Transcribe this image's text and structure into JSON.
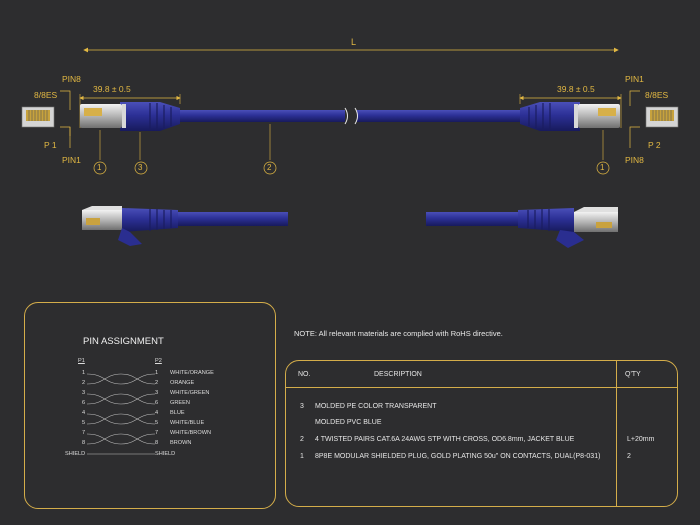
{
  "drawing": {
    "length_label": "L",
    "left": {
      "pin_top": "PIN8",
      "code": "8/8ES",
      "port": "P 1",
      "pin_bottom": "PIN1",
      "dimension": "39.8 ± 0.5"
    },
    "right": {
      "pin_top": "PIN1",
      "code": "8/8ES",
      "port": "P 2",
      "pin_bottom": "PIN8",
      "dimension": "39.8 ± 0.5"
    },
    "callouts": [
      "1",
      "3",
      "2",
      "1"
    ]
  },
  "pin_assignment": {
    "title": "PIN ASSIGNMENT",
    "p1_header": "P1",
    "p2_header": "P2",
    "rows": [
      {
        "left": "1",
        "right": "1",
        "color": "WHITE/ORANGE"
      },
      {
        "left": "2",
        "right": "2",
        "color": "ORANGE"
      },
      {
        "left": "3",
        "right": "3",
        "color": "WHITE/GREEN"
      },
      {
        "left": "6",
        "right": "6",
        "color": "GREEN"
      },
      {
        "left": "4",
        "right": "4",
        "color": "BLUE"
      },
      {
        "left": "5",
        "right": "5",
        "color": "WHITE/BLUE"
      },
      {
        "left": "7",
        "right": "7",
        "color": "WHITE/BROWN"
      },
      {
        "left": "8",
        "right": "8",
        "color": "BROWN"
      }
    ],
    "shield_left": "SHIELD",
    "shield_right": "SHIELD"
  },
  "note": "NOTE: All relevant materials are complied with RoHS directive.",
  "bom": {
    "headers": {
      "no": "NO.",
      "description": "DESCRIPTION",
      "qty": "Q'TY"
    },
    "rows": [
      {
        "no": "3",
        "description": "MOLDED PE COLOR TRANSPARENT",
        "qty": ""
      },
      {
        "no": "",
        "description": "MOLDED PVC BLUE",
        "qty": ""
      },
      {
        "no": "2",
        "description": "4 TWISTED PAIRS CAT.6A 24AWG STP WITH CROSS, OD6.8mm, JACKET BLUE",
        "qty": "L+20mm"
      },
      {
        "no": "1",
        "description": "8P8E MODULAR SHIELDED PLUG, GOLD PLATING 50u\" ON CONTACTS, DUAL(P8-031)",
        "qty": "2"
      }
    ]
  },
  "colors": {
    "background": "#2d2d2f",
    "accent_gold": "#d4ad4a",
    "cable_blue": "#2b2f8c",
    "text": "#e8e8e8"
  }
}
